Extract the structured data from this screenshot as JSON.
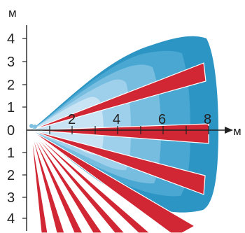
{
  "units": {
    "vertical": "м",
    "horizontal": "м"
  },
  "y_tick_labels": [
    "4",
    "3",
    "2",
    "1",
    "0",
    "1",
    "2",
    "3",
    "4"
  ],
  "x_tick_labels": [
    "2",
    "4",
    "6",
    "8"
  ],
  "colors": {
    "zone_outer": "#2d95c4",
    "zone_2": "#4aa7d2",
    "zone_3": "#77bde0",
    "zone_4": "#9fd0eb",
    "zone_inner": "#c7e3f4",
    "beam": "#d12633",
    "beam_edge": "#ffffff",
    "axis": "#222222"
  }
}
